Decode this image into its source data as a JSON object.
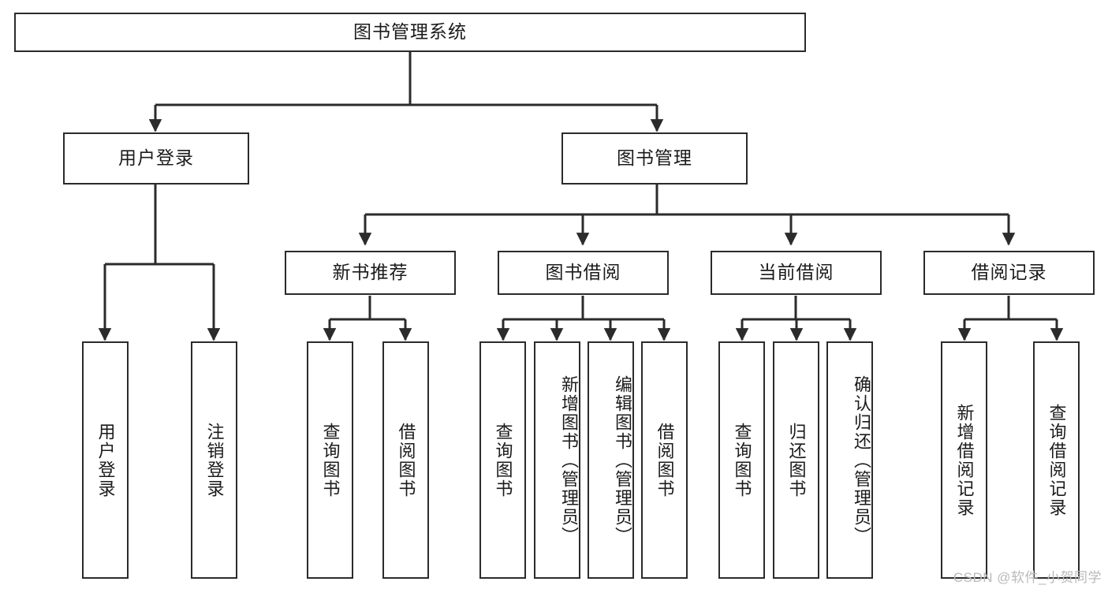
{
  "diagram": {
    "title": "图书管理系统",
    "type": "tree",
    "watermark": "CSDN @软件_小贺同学",
    "colors": {
      "stroke": "#2b2b2b",
      "fill": "#ffffff",
      "text": "#1b1b1b",
      "watermark": "#b9b9b9"
    },
    "root": {
      "label": "图书管理系统"
    },
    "level2": [
      {
        "label": "用户登录"
      },
      {
        "label": "图书管理"
      }
    ],
    "level3": [
      {
        "label": "新书推荐"
      },
      {
        "label": "图书借阅"
      },
      {
        "label": "当前借阅"
      },
      {
        "label": "借阅记录"
      }
    ],
    "leaves": {
      "user_login": [
        {
          "label": "用户登录"
        },
        {
          "label": "注销登录"
        }
      ],
      "new_book_recommend": [
        {
          "label": "查询图书"
        },
        {
          "label": "借阅图书"
        }
      ],
      "book_borrow": [
        {
          "label": "查询图书"
        },
        {
          "label": "新增图书（管理员）"
        },
        {
          "label": "编辑图书（管理员）"
        },
        {
          "label": "借阅图书"
        }
      ],
      "current_borrow": [
        {
          "label": "查询图书"
        },
        {
          "label": "归还图书"
        },
        {
          "label": "确认归还（管理员）"
        }
      ],
      "borrow_record": [
        {
          "label": "新增借阅记录"
        },
        {
          "label": "查询借阅记录"
        }
      ]
    }
  }
}
